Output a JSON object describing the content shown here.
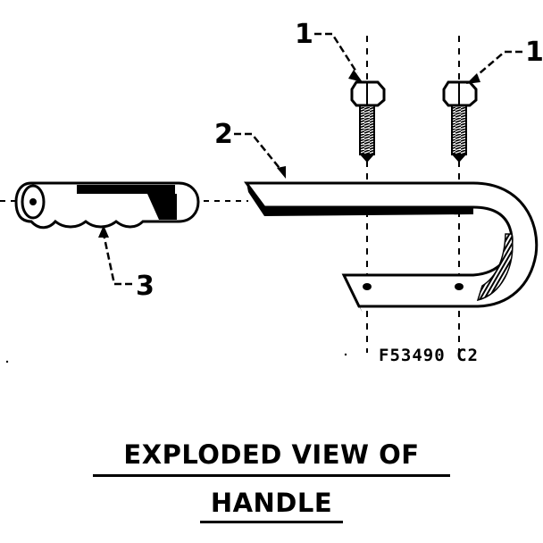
{
  "diagram": {
    "callouts": [
      "1",
      "1",
      "2",
      "3"
    ],
    "part_code": "F53490 C2",
    "title_line1": "EXPLODED VIEW OF",
    "title_line2": "HANDLE"
  },
  "icons": [
    "bolt-icon",
    "handle-bracket-icon",
    "hand-grip-icon"
  ]
}
